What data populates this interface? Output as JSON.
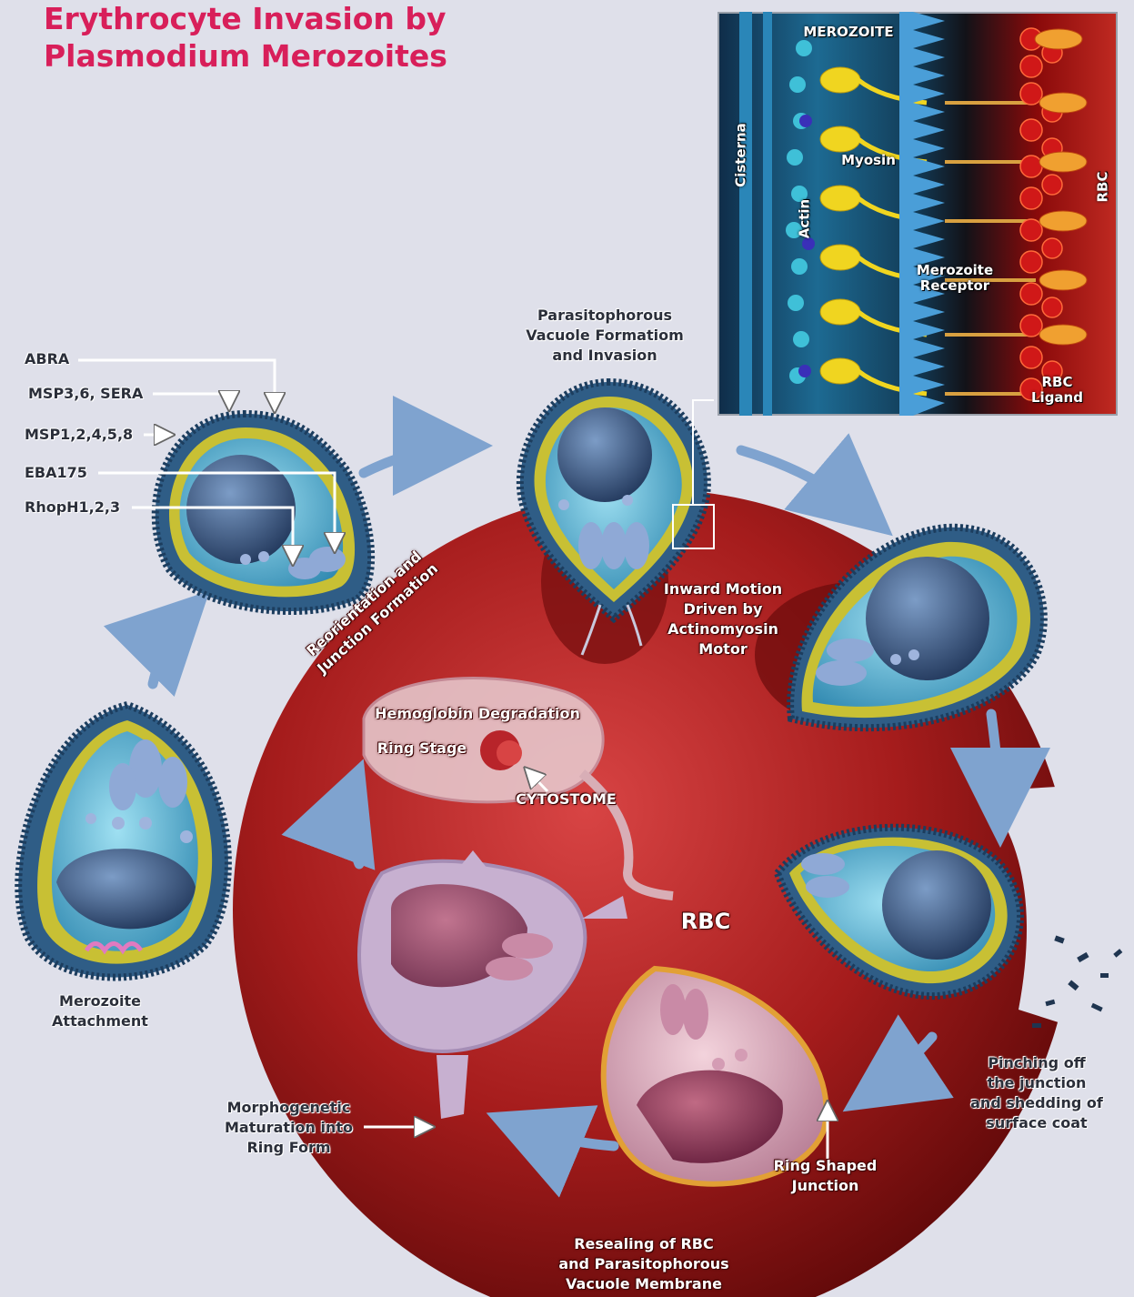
{
  "title": {
    "line1": "Erythrocyte Invasion by",
    "line2": "Plasmodium Merozoites"
  },
  "colors": {
    "title": "#d81f5a",
    "rbc": "#a51c1c",
    "merozoite_coat": "#2f5d86",
    "merozoite_body": "#5fb8d8",
    "nucleus": "#3d5f8c",
    "arrow": "#7fa3cf",
    "background": "#dfe0ea"
  },
  "inset": {
    "merozoite": "MEROZOITE",
    "cisterna": "Cisterna",
    "actin": "Actin",
    "myosin": "Myosin",
    "merozoite_receptor": [
      "Merozoite",
      "Receptor"
    ],
    "rbc": "RBC",
    "rbc_ligand": [
      "RBC",
      "Ligand"
    ]
  },
  "proteins": {
    "abra": "ABRA",
    "msp369": "MSP3,6, SERA",
    "msp1": "MSP1,2,4,5,8",
    "eba175": "EBA175",
    "rhoph": "RhopH1,2,3"
  },
  "stages": {
    "attachment": [
      "Merozoite",
      "Attachment"
    ],
    "reorientation": [
      "Reorientation and",
      "Junction Formation"
    ],
    "vacuole": [
      "Parasitophorous",
      "Vacuole Formatiom",
      "and Invasion"
    ],
    "inward": [
      "Inward Motion",
      "Driven by",
      "Actinomyosin",
      "Motor"
    ],
    "pinching": [
      "Pinching off",
      "the junction",
      "and shedding of",
      "surface coat"
    ],
    "ring_junction": [
      "Ring Shaped",
      "Junction"
    ],
    "resealing": [
      "Resealing of RBC",
      "and Parasitophorous",
      "Vacuole Membrane"
    ],
    "morpho": [
      "Morphogenetic",
      "Maturation into",
      "Ring Form"
    ],
    "hemoglobin": "Hemoglobin Degradation",
    "ring_stage": "Ring Stage",
    "cytostome": "CYTOSTOME",
    "rbc": "RBC"
  }
}
